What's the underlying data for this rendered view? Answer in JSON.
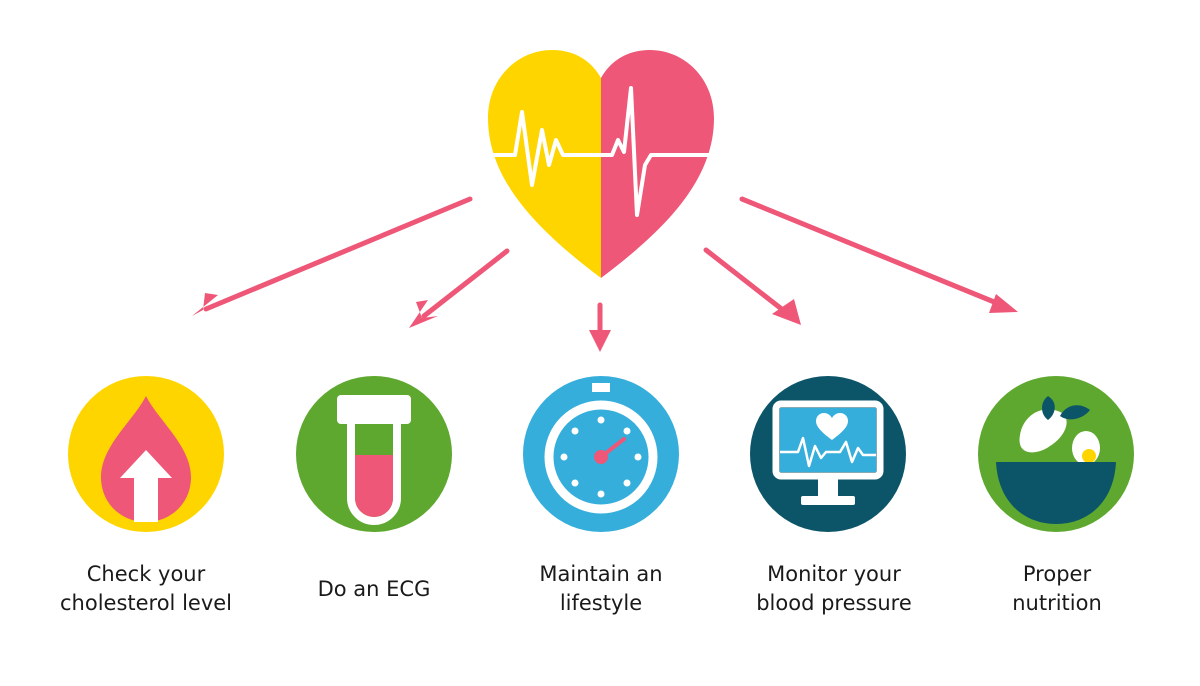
{
  "colors": {
    "yellow": "#FFD500",
    "pink": "#EE5777",
    "green": "#5EA82F",
    "blue": "#35AEDB",
    "navy": "#0C5569",
    "white": "#FFFFFF",
    "text": "#1A1A1A"
  },
  "center_icon": "heart-ecg-icon",
  "items": [
    {
      "icon": "cholesterol-drop-up-arrow-icon",
      "line1": "Check your",
      "line2": "cholesterol level"
    },
    {
      "icon": "test-tube-icon",
      "line1": "Do an ECG",
      "line2": ""
    },
    {
      "icon": "gauge-dial-icon",
      "line1": "Maintain an",
      "line2": "lifestyle"
    },
    {
      "icon": "monitor-heartbeat-icon",
      "line1": "Monitor your",
      "line2": "blood pressure"
    },
    {
      "icon": "nutrition-bowl-icon",
      "line1": "Proper",
      "line2": "nutrition"
    }
  ]
}
